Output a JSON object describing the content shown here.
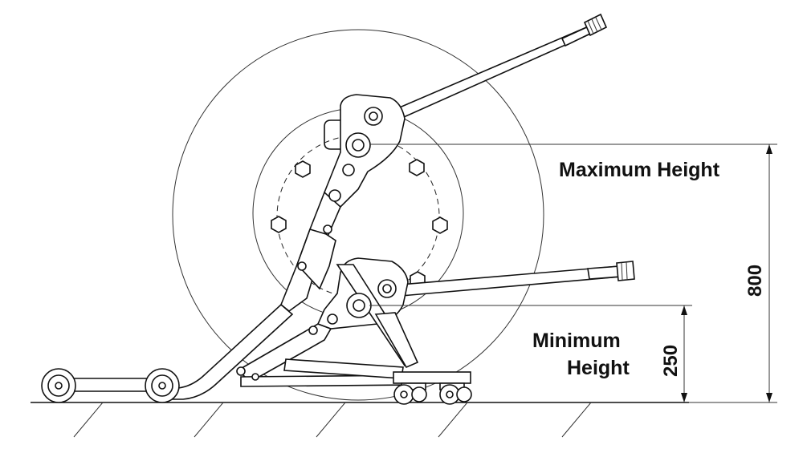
{
  "labels": {
    "maximum_height": "Maximum Height",
    "minimum_height_line1": "Minimum",
    "minimum_height_line2": "Height"
  },
  "dimensions": {
    "max_value": "800",
    "min_value": "250"
  }
}
